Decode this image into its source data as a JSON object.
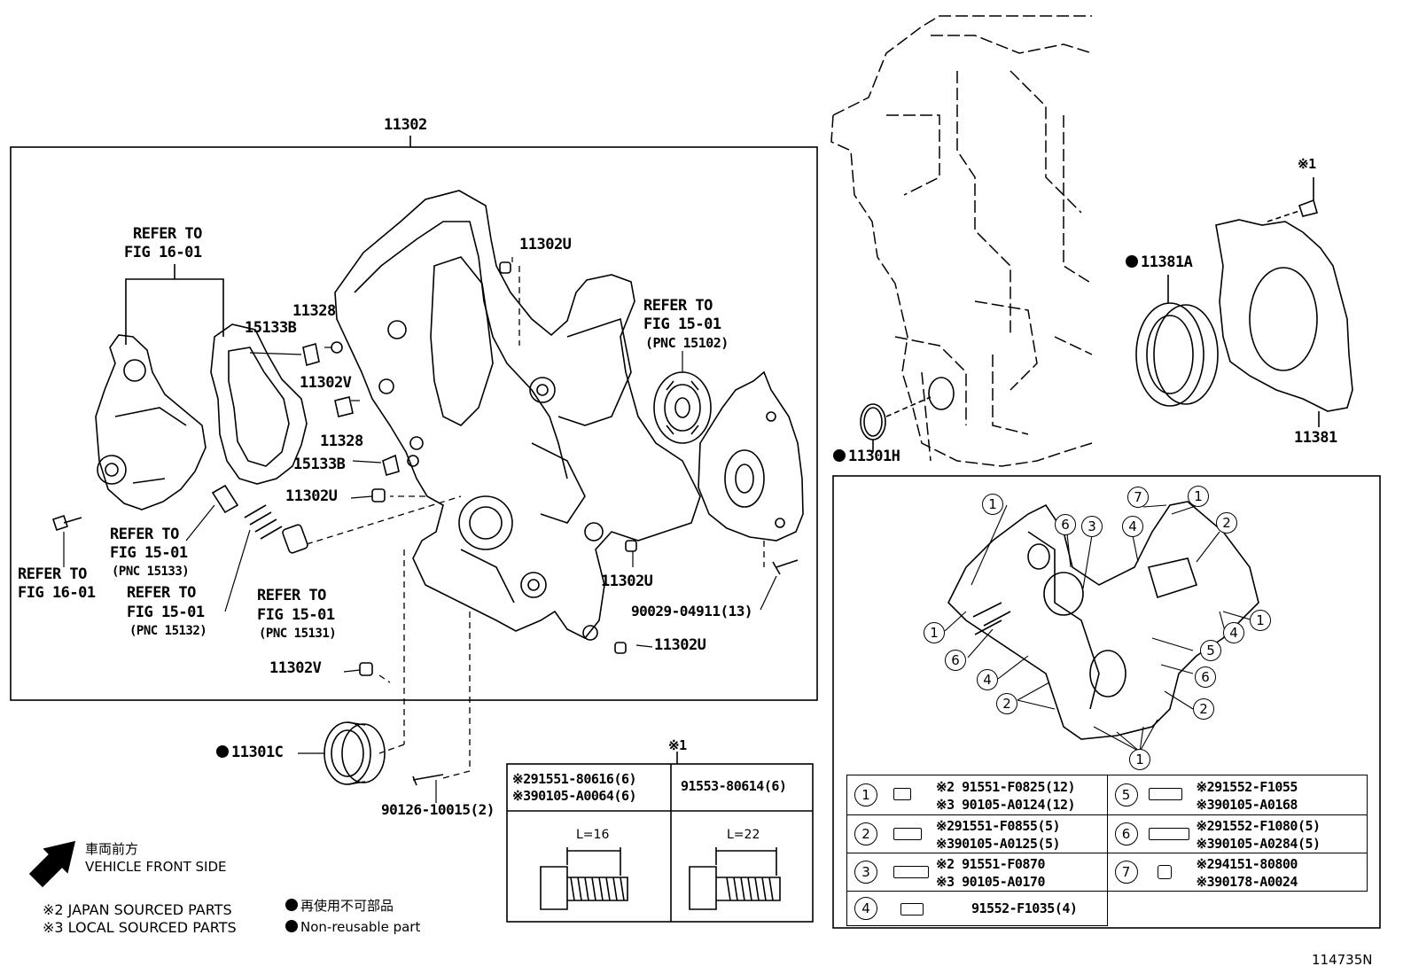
{
  "main_group": {
    "part": "11302"
  },
  "callouts": {
    "c11302U_a": "11302U",
    "c11328_a": "11328",
    "c15133B_a": "15133B",
    "c11302V_a": "11302V",
    "c11328_b": "11328",
    "c15133B_b": "15133B",
    "c11302U_b": "11302U",
    "c11302U_c": "11302U",
    "c11302U_d": "11302U",
    "c11302V_b": "11302V",
    "c90029": "90029-04911(13)",
    "c11301C": "11301C",
    "c90126": "90126-10015(2)",
    "c11381A": "11381A",
    "c11381": "11381",
    "c11301H": "11301H",
    "note1": "※1"
  },
  "refers": {
    "r1_l1": "REFER TO",
    "r1_l2": "FIG 16-01",
    "r2_l1": "REFER TO",
    "r2_l2": "FIG 15-01",
    "r2_l3": "(PNC 15102)",
    "r3_l1": "REFER TO",
    "r3_l2": "FIG 15-01",
    "r3_l3": "(PNC 15133)",
    "r4_l1": "REFER TO",
    "r4_l2": "FIG 16-01",
    "r5_l1": "REFER TO",
    "r5_l2": "FIG 15-01",
    "r5_l3": "(PNC 15132)",
    "r6_l1": "REFER TO",
    "r6_l2": "FIG 15-01",
    "r6_l3": "(PNC 15131)"
  },
  "bolt_table": {
    "note": "※1",
    "left_l1": "※291551-80616(6)",
    "left_l2": "※390105-A0064(6)",
    "right_l1": "91553-80614(6)",
    "left_len": "L=16",
    "right_len": "L=22"
  },
  "legend": {
    "front_jp": "車両前方",
    "front_en": "VEHICLE FRONT SIDE",
    "jp_parts": "※2 JAPAN SOURCED PARTS",
    "local_parts": "※3 LOCAL SOURCED PARTS",
    "non_reuse_jp": "再使用不可部品",
    "non_reuse_en": "Non-reusable part"
  },
  "bolt_positions": [
    "1",
    "2",
    "3",
    "4",
    "5",
    "6",
    "7"
  ],
  "position_table": [
    {
      "num": "1",
      "l1": "※2 91551-F0825(12)",
      "l2": "※3 90105-A0124(12)"
    },
    {
      "num": "2",
      "l1": "※291551-F0855(5)",
      "l2": "※390105-A0125(5)"
    },
    {
      "num": "3",
      "l1": "※2 91551-F0870",
      "l2": "※3 90105-A0170"
    },
    {
      "num": "4",
      "l1": "91552-F1035(4)",
      "l2": ""
    },
    {
      "num": "5",
      "l1": "※291552-F1055",
      "l2": "※390105-A0168"
    },
    {
      "num": "6",
      "l1": "※291552-F1080(5)",
      "l2": "※390105-A0284(5)"
    },
    {
      "num": "7",
      "l1": "※294151-80800",
      "l2": "※390178-A0024"
    }
  ],
  "figure_id": "114735N"
}
